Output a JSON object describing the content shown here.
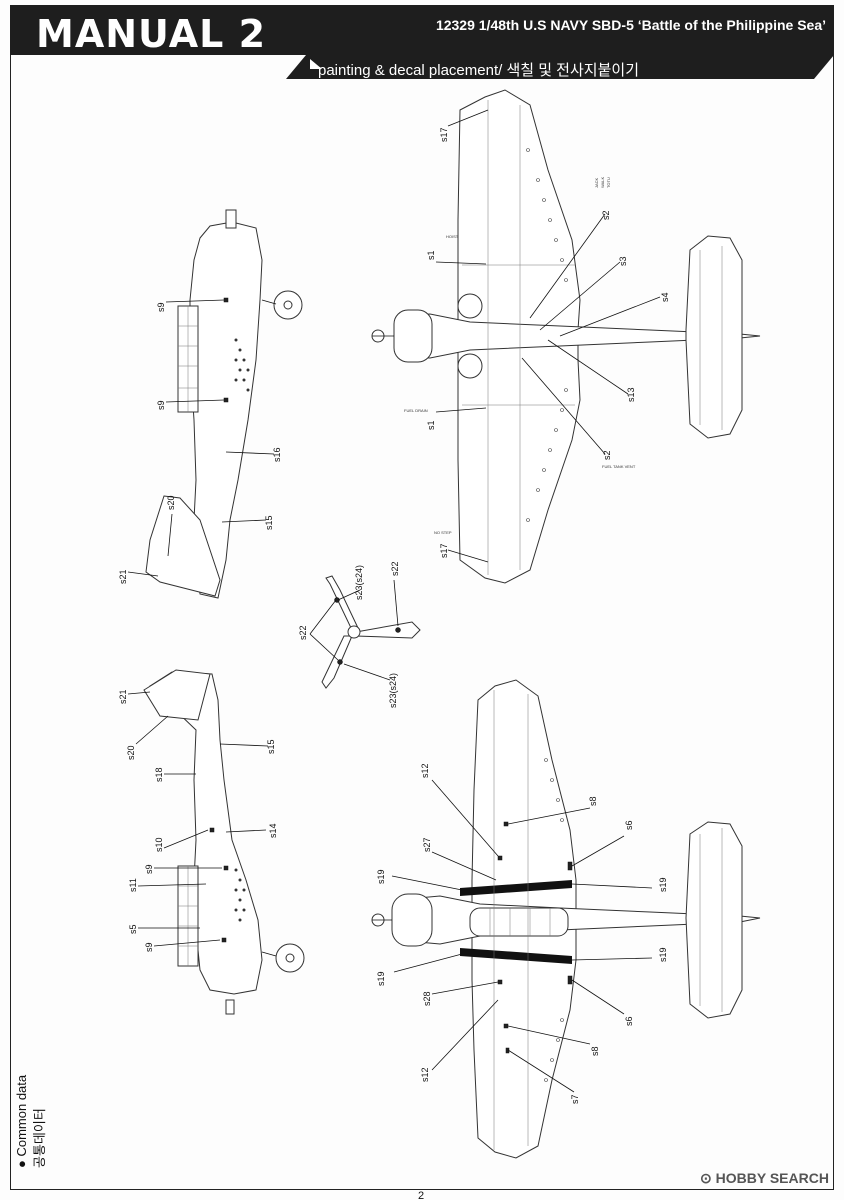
{
  "header": {
    "title": "MANUAL 2",
    "subtitle": "12329 1/48th U.S NAVY SBD-5 ‘Battle of the Philippine Sea’",
    "section": "painting & decal placement/ 색칠 및 전사지붙이기"
  },
  "callouts": {
    "top_view": [
      "s17",
      "s2",
      "s3",
      "s1",
      "s4",
      "s13",
      "s1",
      "s2",
      "s17"
    ],
    "side_left": [
      "s9",
      "s9",
      "s16",
      "s20",
      "s15",
      "s21"
    ],
    "propeller": [
      "s23(s24)",
      "s22",
      "s22",
      "s23(s24)"
    ],
    "side_right": [
      "s21",
      "s20",
      "s15",
      "s18",
      "s10",
      "s14",
      "s9",
      "s11",
      "s5",
      "s9"
    ],
    "bottom_view": [
      "s12",
      "s8",
      "s6",
      "s27",
      "s19",
      "s19",
      "s19",
      "s19",
      "s28",
      "s6",
      "s12",
      "s8",
      "s7"
    ]
  },
  "stencils": [
    "JACK",
    "WALK",
    "TOTU",
    "FUEL TANK VENT",
    "FUEL DRAIN",
    "HOIST",
    "NO STEP"
  ],
  "footer": {
    "common_en": "Common data",
    "common_ko": "공통데이터",
    "page_number": "2",
    "watermark": "HOBBY SEARCH"
  }
}
